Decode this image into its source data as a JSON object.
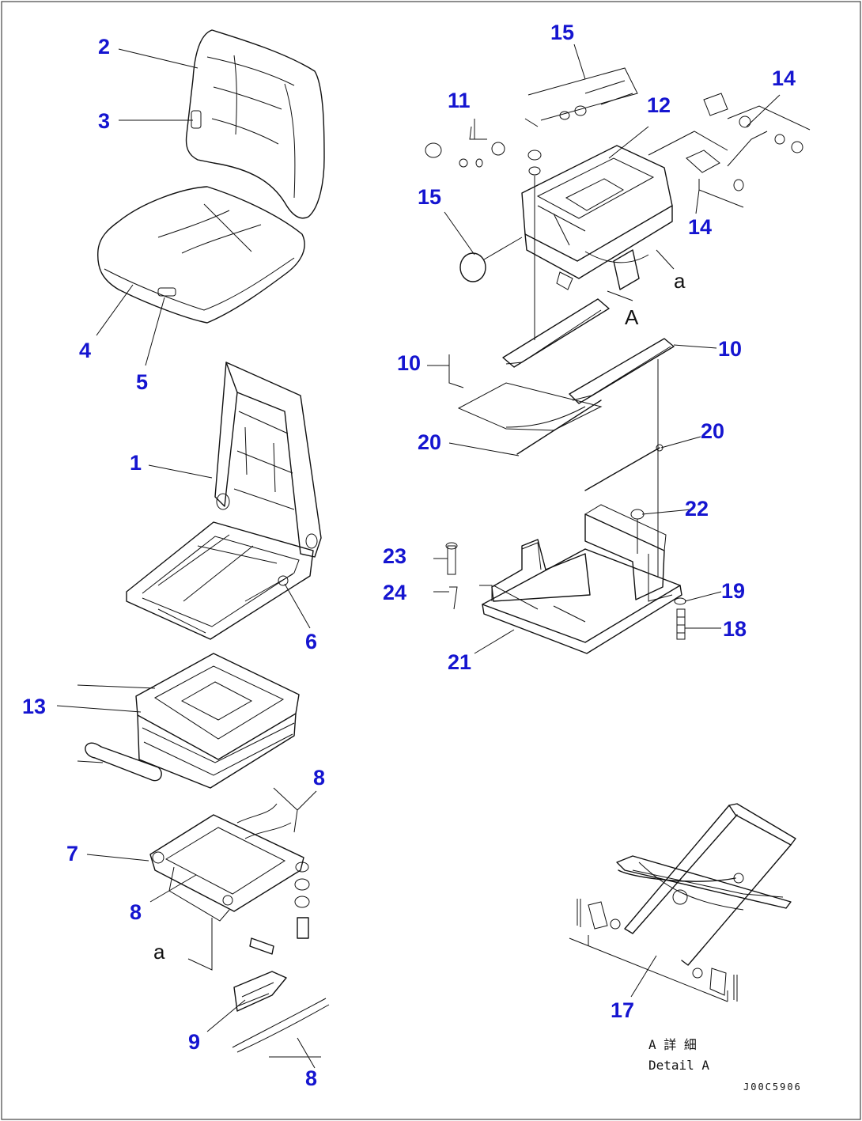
{
  "callouts": {
    "c1": "1",
    "c2": "2",
    "c3": "3",
    "c4": "4",
    "c5": "5",
    "c6": "6",
    "c7": "7",
    "c8a": "8",
    "c8b": "8",
    "c8c": "8",
    "c9": "9",
    "c10a": "10",
    "c10b": "10",
    "c11": "11",
    "c12": "12",
    "c13": "13",
    "c14a": "14",
    "c14b": "14",
    "c15a": "15",
    "c15b": "15",
    "c17": "17",
    "c18": "18",
    "c19": "19",
    "c20a": "20",
    "c20b": "20",
    "c21": "21",
    "c22": "22",
    "c23": "23",
    "c24": "24"
  },
  "marks": {
    "view_a": "A",
    "ref_a_upper": "a",
    "ref_a_lower": "a"
  },
  "detail_caption": {
    "line1": "A 詳 細",
    "line2": "Detail A"
  },
  "drawing_code": "J00C5906"
}
